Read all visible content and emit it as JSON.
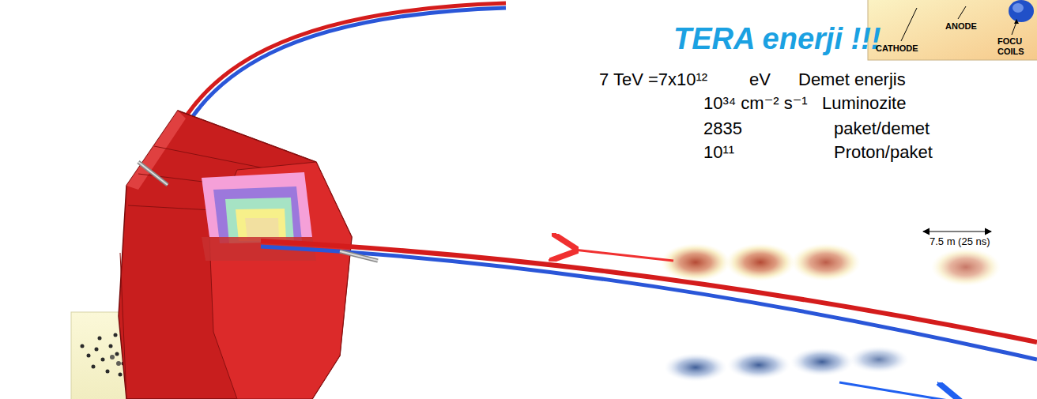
{
  "diagram": {
    "labels": [
      "TERA enerji !!!",
      "7  TeV =7x10¹²",
      "eV",
      "Demet enerjis",
      "10³⁴ cm⁻² s⁻¹",
      "Luminozite",
      "2835",
      "paket/demet",
      "10¹¹",
      "Proton/paket",
      "7.5 m  (25 ns)",
      "ANODE",
      "CATHODE",
      "FOCU",
      "COILS"
    ]
  }
}
